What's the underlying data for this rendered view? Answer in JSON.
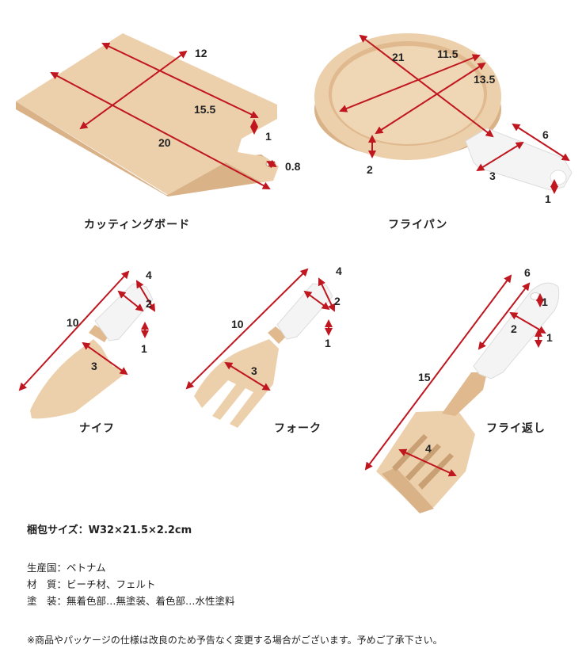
{
  "colors": {
    "wood": "#e9c8a3",
    "wood_side": "#d9b288",
    "wood_dark": "#c99f74",
    "handle": "#f2f2f2",
    "arrow": "#c0161f"
  },
  "products": {
    "cutting_board": {
      "name": "カッティングボード",
      "dims": {
        "width": "12",
        "inner": "15.5",
        "length": "20",
        "thickness": "1",
        "hole": "0.8"
      }
    },
    "frying_pan": {
      "name": "フライパン",
      "dims": {
        "diameter": "21",
        "inner_a": "11.5",
        "inner_b": "13.5",
        "height": "2",
        "handle_len": "6",
        "handle_w": "3",
        "handle_t": "1"
      }
    },
    "knife": {
      "name": "ナイフ",
      "dims": {
        "length": "10",
        "handle_len": "4",
        "handle_w": "2",
        "handle_t": "1",
        "blade_w": "3"
      }
    },
    "fork": {
      "name": "フォーク",
      "dims": {
        "length": "10",
        "handle_len": "4",
        "handle_w": "2",
        "handle_t": "1",
        "head_w": "3"
      }
    },
    "turner": {
      "name": "フライ返し",
      "dims": {
        "length": "15",
        "handle_len": "6",
        "handle_w": "2",
        "hole": "1",
        "handle_t": "1",
        "head_w": "4"
      }
    }
  },
  "specs": {
    "package": "梱包サイズ：W32×21.5×2.2cm",
    "origin_label": "生産国",
    "origin_value": "：ベトナム",
    "material_label": "材　質",
    "material_value": "：ビーチ材、フェルト",
    "finish_label": "塗　装",
    "finish_value": "：無着色部…無塗装、着色部…水性塗料",
    "note": "※商品やパッケージの仕様は改良のため予告なく変更する場合がございます。予めご了承下さい。"
  }
}
